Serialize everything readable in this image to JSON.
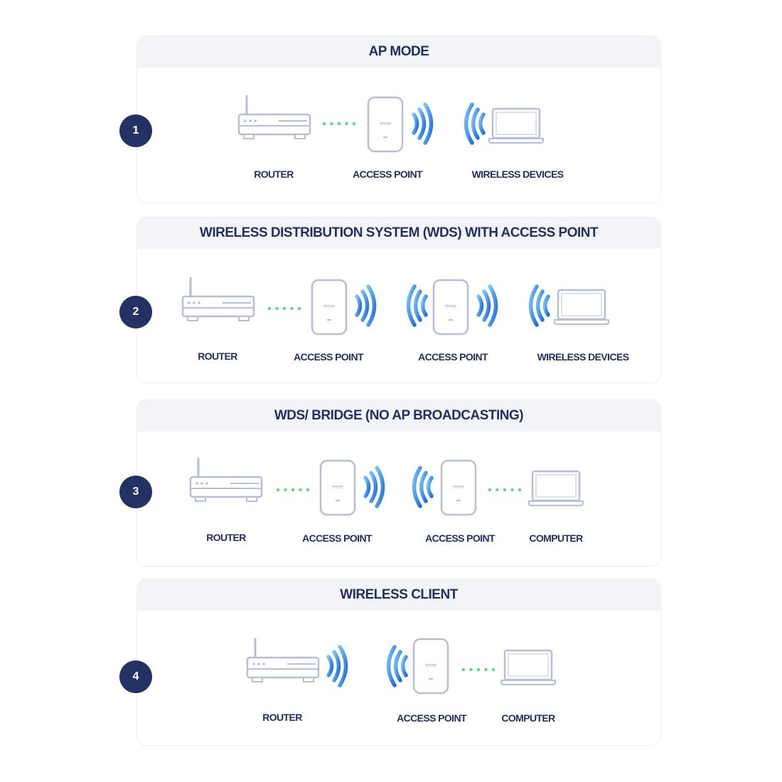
{
  "modes": [
    {
      "number": "1",
      "title": "AP MODE",
      "labels": [
        "ROUTER",
        "ACCESS POINT",
        "WIRELESS DEVICES"
      ]
    },
    {
      "number": "2",
      "title": "WIRELESS DISTRIBUTION SYSTEM (WDS) WITH ACCESS POINT",
      "labels": [
        "ROUTER",
        "ACCESS POINT",
        "ACCESS POINT",
        "WIRELESS DEVICES"
      ]
    },
    {
      "number": "3",
      "title": "WDS/ BRIDGE (NO AP BROADCASTING)",
      "labels": [
        "ROUTER",
        "ACCESS POINT",
        "ACCESS POINT",
        "COMPUTER"
      ]
    },
    {
      "number": "4",
      "title": "WIRELESS CLIENT",
      "labels": [
        "ROUTER",
        "ACCESS POINT",
        "COMPUTER"
      ]
    }
  ],
  "ap_brand_text": "D-Link",
  "colors": {
    "navy": "#243163",
    "device_outline": "#b7bed8",
    "wired_link": "#5fd67e",
    "wifi_light": "#7ec3f5",
    "wifi_dark": "#1f6fdc"
  }
}
